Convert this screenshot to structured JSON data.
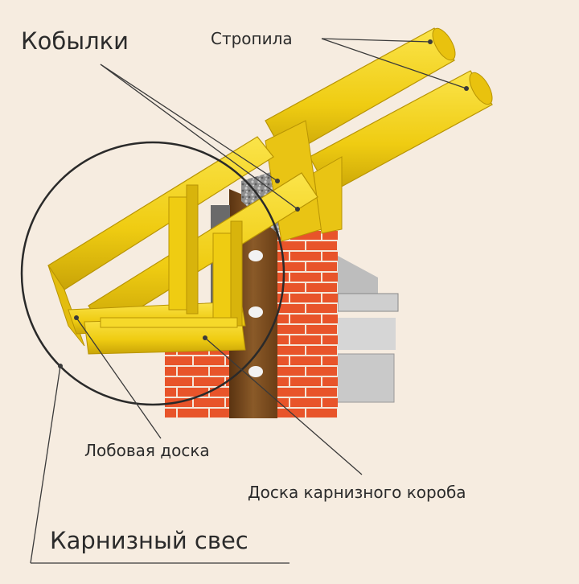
{
  "labels": {
    "kobylki": "Кобылки",
    "stropila": "Стропила",
    "lobovaya": "Лобовая доска",
    "doska_korob": "Доска карнизного короба",
    "karniz_sves": "Карнизный свес"
  },
  "colors": {
    "background": "#f6ece0",
    "timber": "#f3d21a",
    "timber_dark": "#c9a407",
    "brick": "#e8542a",
    "mortar": "#f4e6d8",
    "beam": "#7a4a1c",
    "gravel": "#9a9a9a",
    "slab": "#c9c9c9",
    "line": "#3a3a3a"
  }
}
